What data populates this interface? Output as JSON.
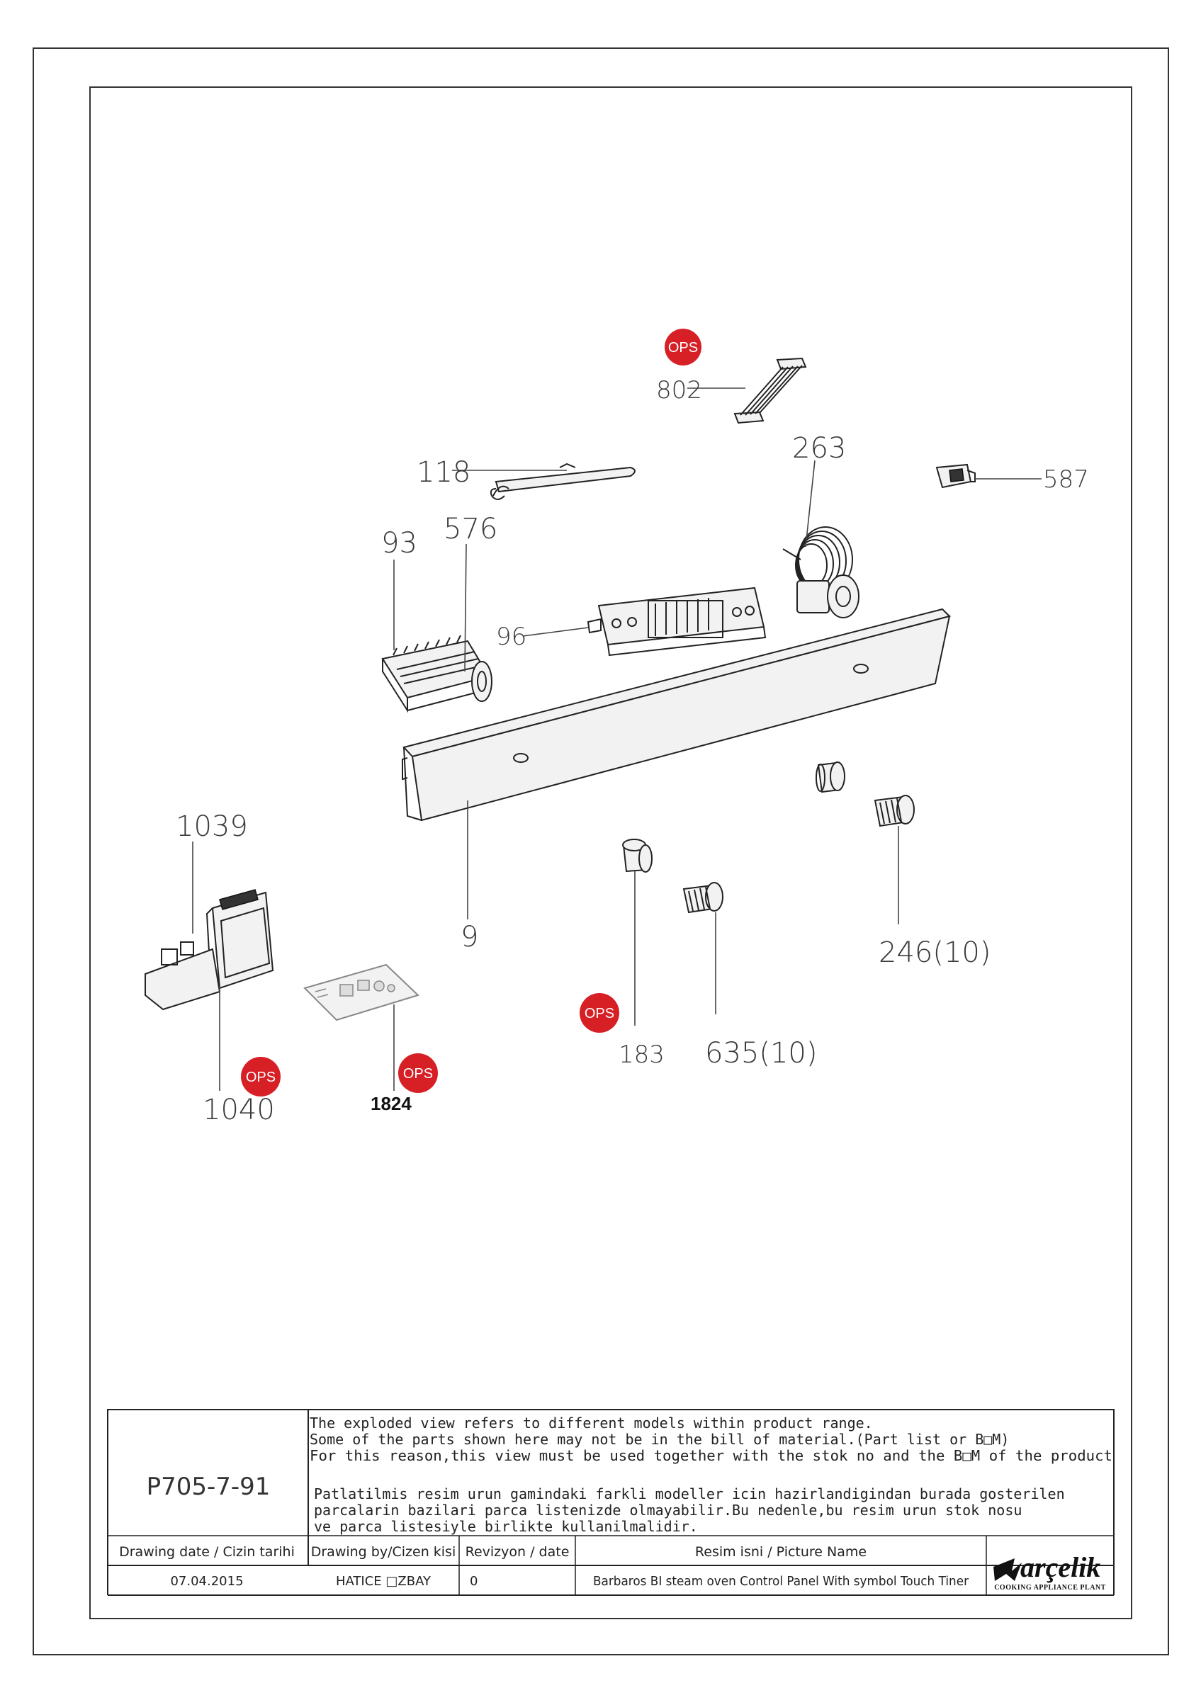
{
  "labels": {
    "p802": "802",
    "p118": "118",
    "p263": "263",
    "p587": "587",
    "p93": "93",
    "p576": "576",
    "p96": "96",
    "p9": "9",
    "p1039": "1039",
    "p1040": "1040",
    "p1824": "1824",
    "p183": "183",
    "p635": "635(10)",
    "p246": "246(10)"
  },
  "ops_badge": "OPS",
  "colors": {
    "ops": "#d71f26",
    "line": "#222222"
  },
  "title_block": {
    "code": "P705-7-91",
    "notice_en": [
      "The exploded view refers to different models within product range.",
      "Some of the parts shown here may not be in the bill of material.(Part list or B□M)",
      "For this reason,this view must be used together with the stok no and the B□M of the product"
    ],
    "notice_tr": [
      "Patlatilmis resim urun gamindaki farkli modeller icin hazirlandigindan burada gosterilen",
      "parcalarin bazilari parca listenizde olmayabilir.Bu nedenle,bu resim urun stok nosu",
      "ve parca listesiyle birlikte kullanilmalidir."
    ],
    "headers": {
      "date": "Drawing date / Cizin tarihi",
      "by": "Drawing by/Cizen kisi",
      "rev": "Revizyon / date",
      "name": "Resim isni / Picture Name"
    },
    "values": {
      "date": "07.04.2015",
      "by": "HATICE □ZBAY",
      "rev": "0",
      "name": "Barbaros BI steam oven Control Panel With symbol Touch Tiner"
    },
    "brand": "arçelik",
    "brand_sub": "COOKING APPLIANCE PLANT"
  }
}
